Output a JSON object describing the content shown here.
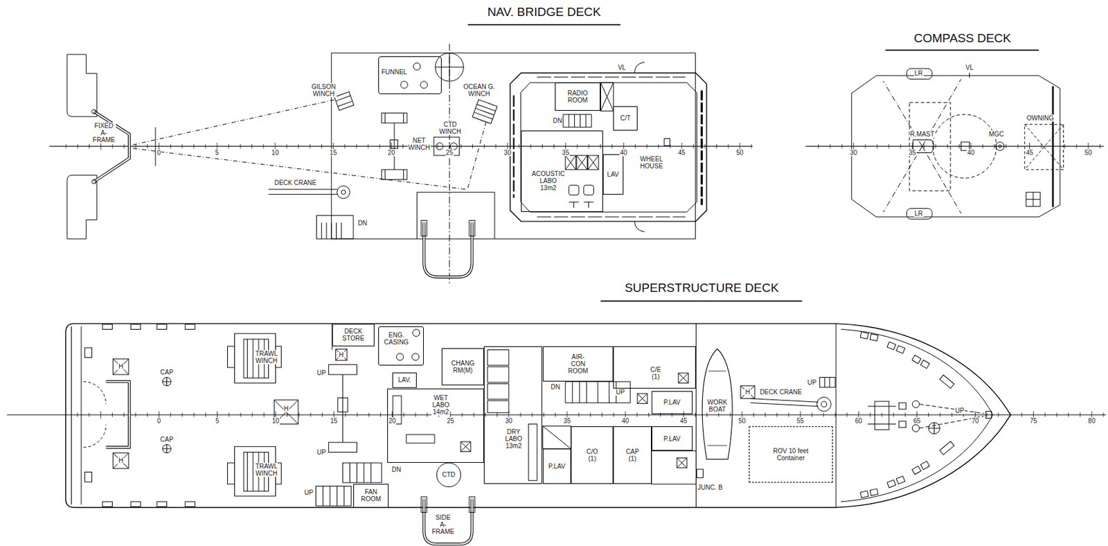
{
  "diagram": {
    "nodes": [
      {
        "text": [
          "FUNNEL"
        ]
      },
      {
        "text": [
          "WHEEL HOUSE"
        ]
      },
      {
        "text": [
          "RADIO ROOM"
        ],
        "in": 1
      },
      {
        "text": [
          "C/T"
        ],
        "in": 1
      },
      {
        "text": [
          "ACOUSTIC LABO 13m2"
        ],
        "in": 1
      },
      {
        "text": [
          "LAV"
        ],
        "in": 1
      },
      {
        "text": [
          "DECK STORE"
        ]
      },
      {
        "text": [
          "ENG. CASING"
        ]
      },
      {
        "text": [
          "CHANG RM(M)"
        ]
      },
      {
        "text": [
          "LAV."
        ]
      },
      {
        "text": [
          "WET LABO 14m2"
        ]
      },
      {
        "text": [
          "DRY LABO 13m2"
        ]
      },
      {
        "text": [
          "AIR-CON ROOM"
        ]
      },
      {
        "text": [
          "C/E (1)"
        ]
      },
      {
        "text": [
          "P.LAV"
        ]
      },
      {
        "text": [
          "P.LAV"
        ]
      },
      {
        "text": [
          "CAP (1)"
        ]
      },
      {
        "text": [
          "C/O (1)"
        ]
      },
      {
        "text": [
          "P.LAV"
        ]
      },
      {
        "text": [
          "WORK BOAT"
        ]
      },
      {
        "text": [
          "ROV 10 feet Container"
        ]
      },
      {
        "text": [
          "FAN ROOM"
        ]
      }
    ],
    "labels": [
      "NAV. BRIDGE DECK",
      "COMPASS DECK",
      "SUPERSTRUCTURE DECK",
      "GILSON WINCH",
      "FIXED A-FRAME",
      "OCEAN G. WINCH",
      "CTD WINCH",
      "NET WINCH",
      "DECK CRANE",
      "DN",
      "VL",
      "DN",
      "0",
      "5",
      "10",
      "15",
      "20",
      "25",
      "30",
      "35",
      "40",
      "45",
      "50",
      "30",
      "35",
      "40",
      "45",
      "50",
      "LR",
      "VL",
      "R.MAST",
      "MGC",
      "OWNING",
      "LR",
      "CAP",
      "CAP",
      "TRAWL WINCH",
      "TRAWL WINCH",
      "H",
      "H",
      "H",
      "H",
      "H",
      "UP",
      "UP",
      "UP",
      "DN",
      "DN",
      "UP",
      "SIDE A-FRAME",
      "CTD",
      "DECK CRANE",
      "UP",
      "UP",
      "JUNC. B",
      "0",
      "5",
      "10",
      "15",
      "20",
      "25",
      "30",
      "35",
      "40",
      "45",
      "50",
      "55",
      "60",
      "65",
      "70",
      "75",
      "80"
    ]
  }
}
